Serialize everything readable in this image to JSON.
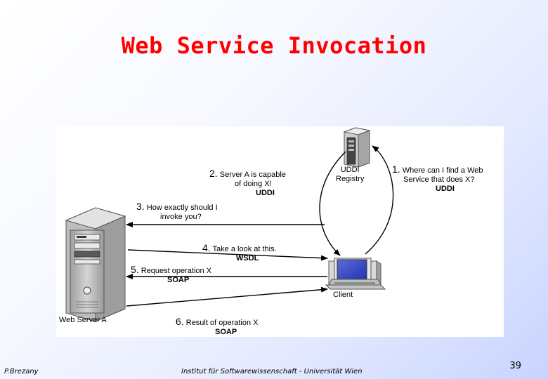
{
  "title": "Web Service Invocation",
  "diagram": {
    "server_label": "Web Server A",
    "uddi_label_line1": "UDDI",
    "uddi_label_line2": "Registry",
    "client_label": "Client",
    "step1": {
      "num": "1.",
      "text1": "Where can I find a Web",
      "text2": "Service that does X?",
      "protocol": "UDDI"
    },
    "step2": {
      "num": "2.",
      "text1": "Server A is capable",
      "text2": "of doing X!",
      "protocol": "UDDI"
    },
    "step3": {
      "num": "3.",
      "text1": "How exactly should I",
      "text2": "invoke you?"
    },
    "step4": {
      "num": "4.",
      "text1": "Take a look at this.",
      "protocol": "WSDL"
    },
    "step5": {
      "num": "5.",
      "text1": "Request operation X",
      "protocol": "SOAP"
    },
    "step6": {
      "num": "6.",
      "text1": "Result of operation X",
      "protocol": "SOAP"
    }
  },
  "footer": {
    "author": "P.Brezany",
    "institute": "Institut für Softwarewissenschaft - Universität Wien",
    "page": "39"
  },
  "colors": {
    "title": "#ff0000",
    "arrow": "#000000"
  }
}
